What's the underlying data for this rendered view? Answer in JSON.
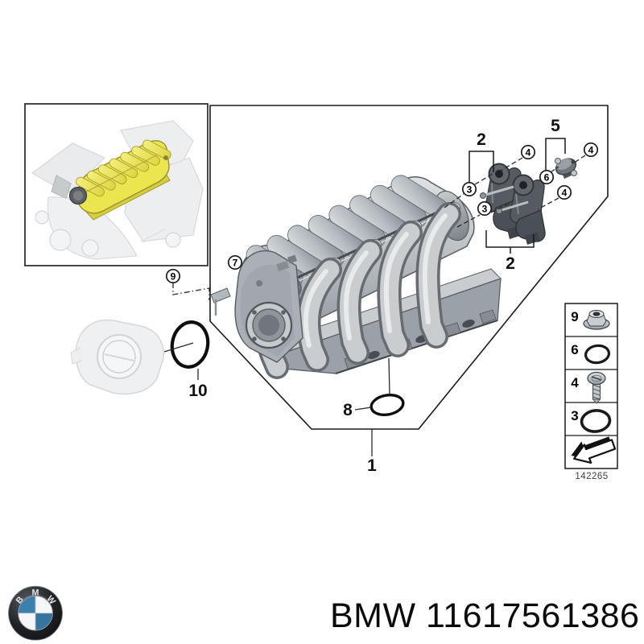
{
  "diagram": {
    "drawing_number": "142265",
    "highlight_color": "#ebe54f",
    "callouts_circled": [
      {
        "n": "3"
      },
      {
        "n": "3"
      },
      {
        "n": "4"
      },
      {
        "n": "4"
      },
      {
        "n": "4"
      },
      {
        "n": "6"
      },
      {
        "n": "7"
      },
      {
        "n": "9"
      }
    ],
    "callouts_plain": [
      {
        "n": "2"
      },
      {
        "n": "5"
      },
      {
        "n": "2"
      },
      {
        "n": "1"
      },
      {
        "n": "8"
      },
      {
        "n": "10"
      }
    ],
    "legend_numbers": [
      "9",
      "6",
      "4",
      "3"
    ],
    "legend_icons": [
      "flange-nut",
      "o-ring-small",
      "screw",
      "o-ring-large",
      "direction-arrow"
    ]
  },
  "footer": {
    "brand": "BMW",
    "part_number": "11617561386",
    "label": "BMW 11617561386",
    "logo_letters": [
      "B",
      "M",
      "W"
    ],
    "logo_blue": "#3c80ad"
  }
}
